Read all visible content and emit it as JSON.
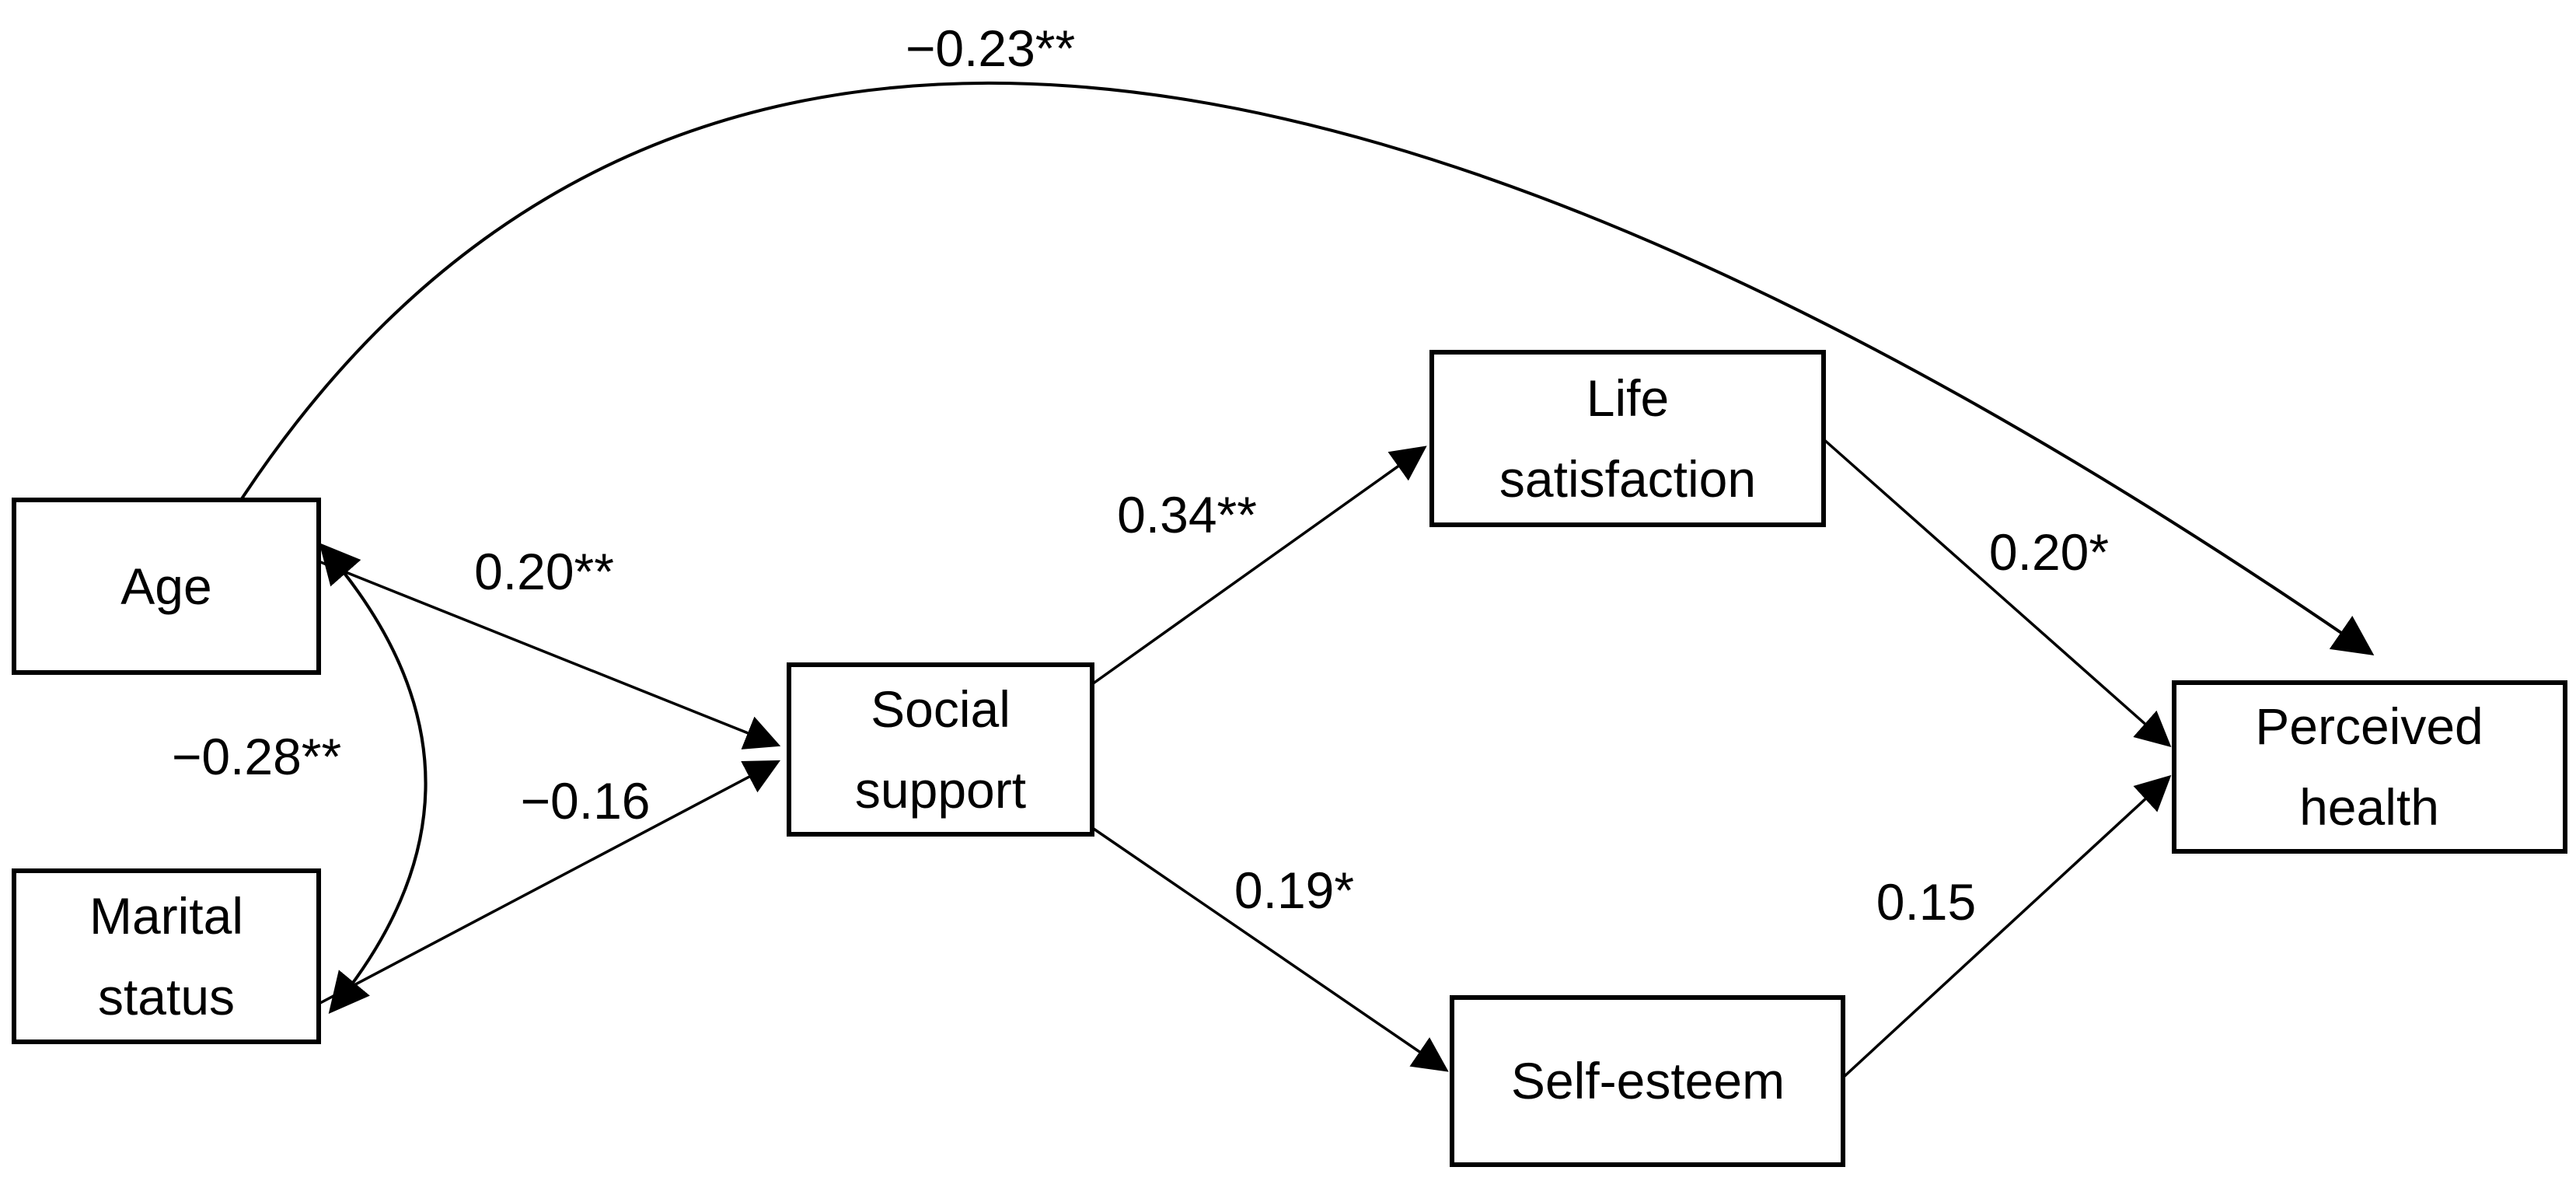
{
  "diagram": {
    "type": "path-model",
    "background_color": "#ffffff",
    "line_color": "#000000",
    "text_color": "#000000",
    "nodes": [
      {
        "id": "age",
        "label": "Age",
        "label_lines": [
          "Age"
        ]
      },
      {
        "id": "marital-status",
        "label": "Marital status",
        "label_lines": [
          "Marital",
          "status"
        ]
      },
      {
        "id": "social-support",
        "label": "Social support",
        "label_lines": [
          "Social",
          "support"
        ]
      },
      {
        "id": "life-satisfaction",
        "label": "Life satisfaction",
        "label_lines": [
          "Life",
          "satisfaction"
        ]
      },
      {
        "id": "self-esteem",
        "label": "Self-esteem",
        "label_lines": [
          "Self-esteem"
        ]
      },
      {
        "id": "perceived-health",
        "label": "Perceived health",
        "label_lines": [
          "Perceived",
          "health"
        ]
      }
    ],
    "edges": [
      {
        "from": "age",
        "to": "social-support",
        "coefficient": "0.20**",
        "style": "straight-arrow"
      },
      {
        "from": "marital-status",
        "to": "social-support",
        "coefficient": "−0.16",
        "style": "straight-arrow"
      },
      {
        "from": "age",
        "to": "marital-status",
        "coefficient": "−0.28**",
        "style": "curved-double-arrow"
      },
      {
        "from": "social-support",
        "to": "life-satisfaction",
        "coefficient": "0.34**",
        "style": "straight-arrow"
      },
      {
        "from": "social-support",
        "to": "self-esteem",
        "coefficient": "0.19*",
        "style": "straight-arrow"
      },
      {
        "from": "life-satisfaction",
        "to": "perceived-health",
        "coefficient": "0.20*",
        "style": "straight-arrow"
      },
      {
        "from": "self-esteem",
        "to": "perceived-health",
        "coefficient": "0.15",
        "style": "straight-arrow"
      },
      {
        "from": "age",
        "to": "perceived-health",
        "coefficient": "−0.23**",
        "style": "top-arc-arrow"
      }
    ]
  }
}
